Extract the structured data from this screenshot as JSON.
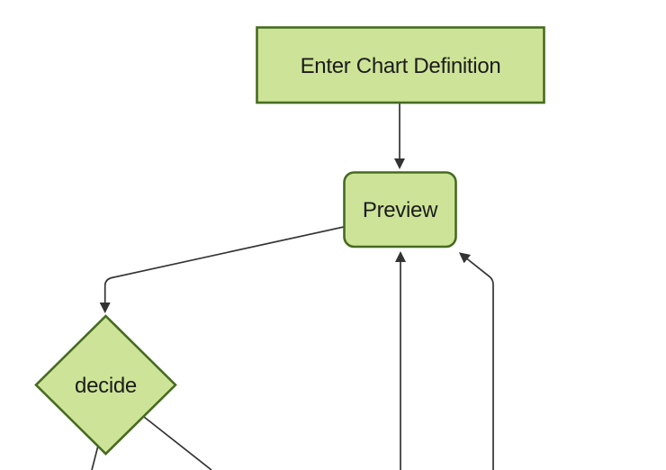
{
  "diagram": {
    "type": "flowchart",
    "direction": "top-down",
    "nodes": [
      {
        "id": "enter-chart-definition",
        "label": "Enter Chart Definition",
        "shape": "rectangle"
      },
      {
        "id": "preview",
        "label": "Preview",
        "shape": "rounded-rectangle"
      },
      {
        "id": "decide",
        "label": "decide",
        "shape": "diamond"
      }
    ],
    "edges": [
      {
        "from": "enter-chart-definition",
        "to": "preview",
        "arrowhead": true
      },
      {
        "from": "preview",
        "to": "decide",
        "arrowhead": true
      },
      {
        "from": "offscreen-bottom-1",
        "to": "preview",
        "arrowhead": true
      },
      {
        "from": "offscreen-bottom-2",
        "to": "preview",
        "arrowhead": true
      },
      {
        "from": "decide",
        "to": "offscreen-bottom-left",
        "arrowhead": false
      },
      {
        "from": "decide",
        "to": "offscreen-bottom-right",
        "arrowhead": false
      }
    ],
    "colors": {
      "node_fill": "#cde498",
      "node_stroke": "#476b21",
      "edge": "#333333",
      "text": "#1c1c1c",
      "background": "#ffffff"
    }
  }
}
